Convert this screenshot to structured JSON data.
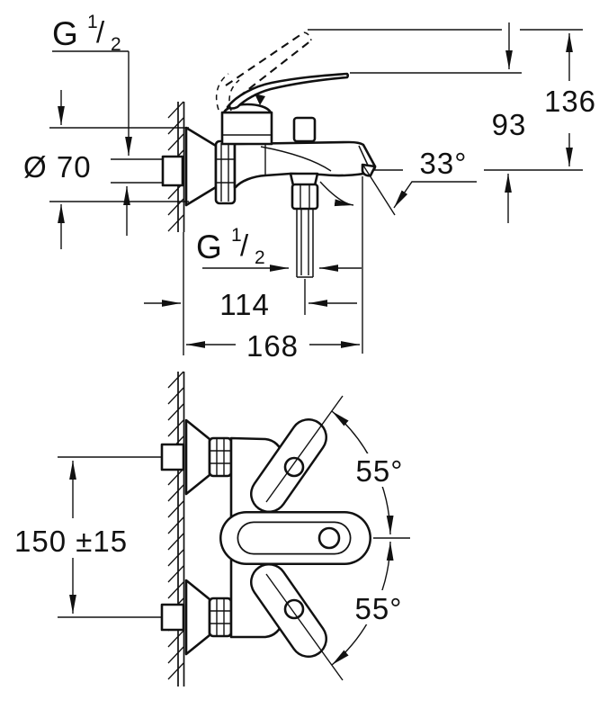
{
  "colors": {
    "background": "#ffffff",
    "ink": "#111111"
  },
  "side_view": {
    "inlet_thread": {
      "base": "G",
      "sup": "1",
      "slash": "/",
      "sub": "2"
    },
    "escutcheon_diameter": "Ø 70",
    "handle_height": "93",
    "handle_raised_height": "136",
    "spout_angle": "33°",
    "shower_outlet_thread": {
      "base": "G",
      "sup": "1",
      "slash": "/",
      "sub": "2"
    },
    "spout_reach": "114",
    "total_depth": "168"
  },
  "front_view": {
    "inlet_spacing": "150 ±15",
    "handle_swing_up": "55°",
    "handle_swing_down": "55°"
  }
}
